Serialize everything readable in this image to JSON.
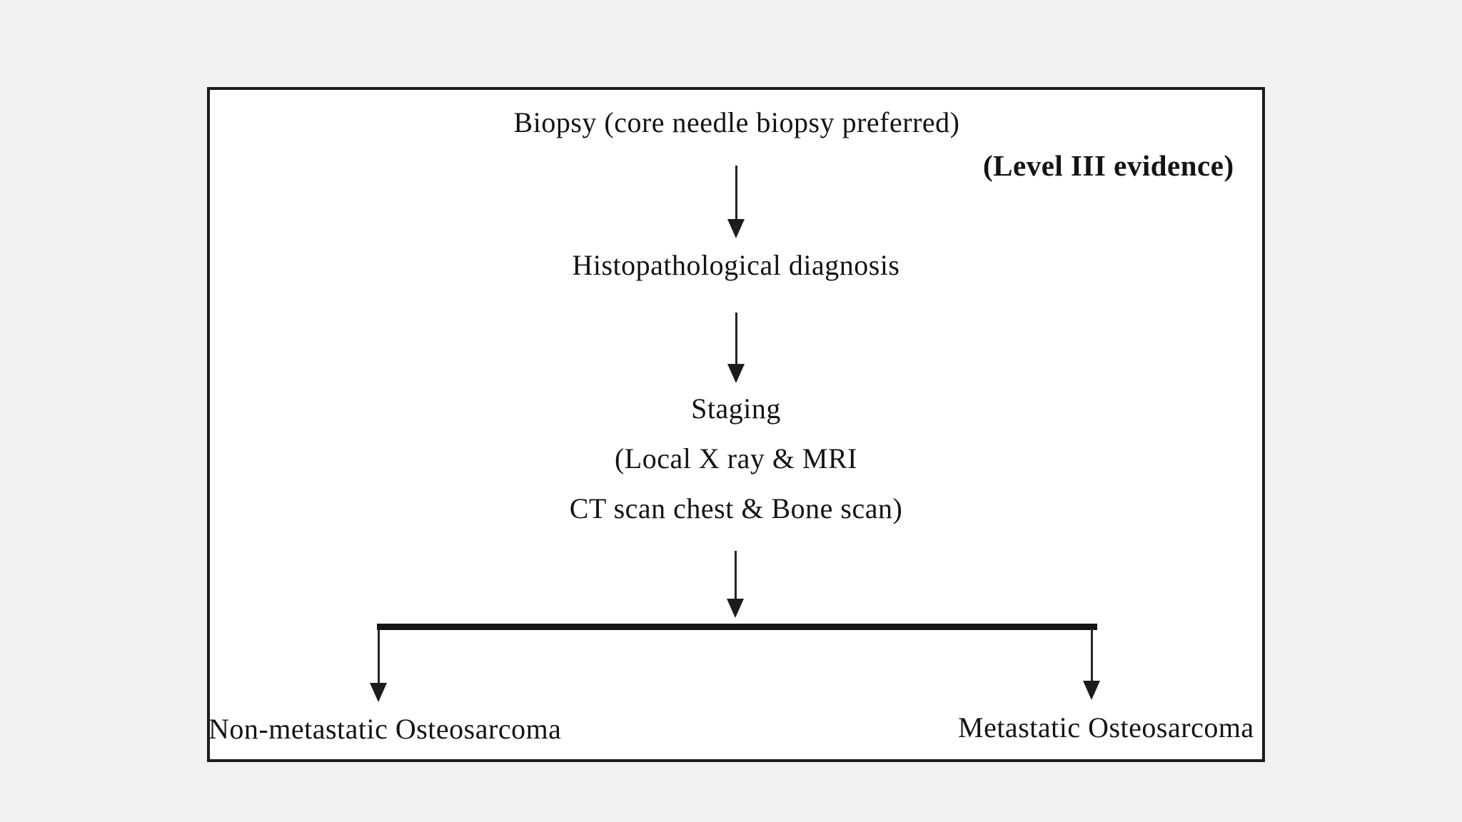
{
  "colors": {
    "page_background": "#f0f1f0",
    "panel_background": "#ffffff",
    "line_color": "#1c1c1c",
    "text_color": "#141414"
  },
  "nodes": {
    "biopsy": "Biopsy (core needle biopsy preferred)",
    "evidence_note": "(Level III evidence)",
    "histopathology": "Histopathological diagnosis",
    "staging_title": "Staging",
    "staging_detail1": "(Local X ray & MRI",
    "staging_detail2": "CT scan chest & Bone scan)",
    "outcome_left": "Non-metastatic Osteosarcoma",
    "outcome_right": "Metastatic Osteosarcoma"
  }
}
